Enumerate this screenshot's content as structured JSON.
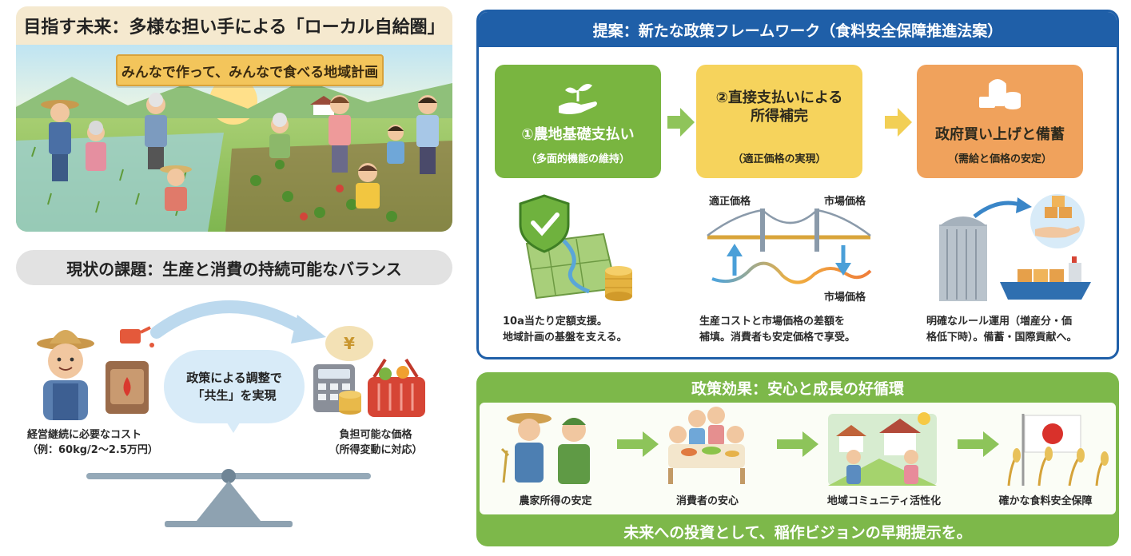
{
  "vision": {
    "title": "目指す未来：多様な担い手による「ローカル自給圏」",
    "banner": "みんなで作って、みんなで食べる地域計画"
  },
  "issue": {
    "title": "現状の課題：生産と消費の持続可能なバランス",
    "bubble_line1": "政策による調整で",
    "bubble_line2": "「共生」を実現",
    "cost_line1": "経営継続に必要なコスト",
    "cost_line2": "（例：60kg/2〜2.5万円）",
    "price_line1": "負担可能な価格",
    "price_line2": "（所得変動に対応）",
    "yen_symbol": "¥"
  },
  "proposal": {
    "title": "提案：新たな政策フレームワーク（食料安全保障推進法案）",
    "boxes": [
      {
        "main_line1": "①農地基礎支払い",
        "main_line2": "",
        "sub": "（多面的機能の維持）"
      },
      {
        "main_line1": "②直接支払いによる",
        "main_line2": "所得補完",
        "sub": "（適正価格の実現）"
      },
      {
        "main_line1": "政府買い上げと備蓄",
        "main_line2": "",
        "sub": "（需給と価格の安定）"
      }
    ],
    "chart_labels": {
      "fair_price": "適正価格",
      "market_price_top": "市場価格",
      "market_price_bottom": "市場価格"
    },
    "descriptions": [
      {
        "line1": "10a当たり定額支援。",
        "line2": "地域計画の基盤を支える。"
      },
      {
        "line1": "生産コストと市場価格の差額を",
        "line2": "補填。消費者も安定価格で享受。"
      },
      {
        "line1": "明確なルール運用（増産分・価",
        "line2": "格低下時）。備蓄・国際貢献へ。"
      }
    ]
  },
  "effect": {
    "title": "政策効果：安心と成長の好循環",
    "steps": [
      "農家所得の安定",
      "消費者の安心",
      "地域コミュニティ活性化",
      "確かな食料安全保障"
    ],
    "footer": "未来への投資として、稲作ビジョンの早期提示を。"
  },
  "colors": {
    "proposal_blue": "#1f5fa8",
    "effect_green": "#7db84a",
    "box_green": "#79b540",
    "box_yellow": "#f6d35c",
    "box_orange": "#f0a25c"
  }
}
